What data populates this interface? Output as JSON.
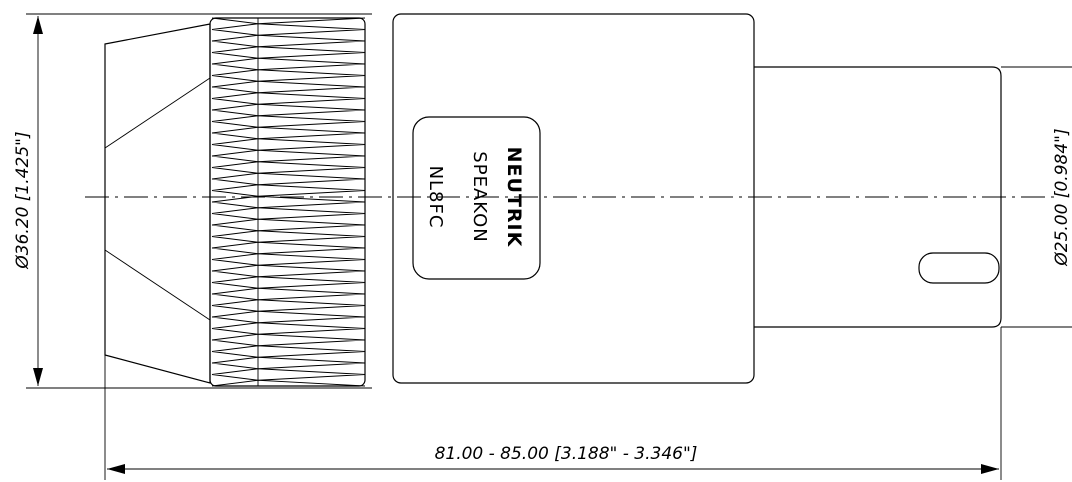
{
  "dimensions": {
    "diameter_left": "Ø36.20 [1.425\"]",
    "diameter_right": "Ø25.00 [0.984\"]",
    "length": "81.00 - 85.00 [3.188\" - 3.346\"]"
  },
  "label": {
    "brand": "NEUTRIK",
    "product": "SPEAKON",
    "model": "NL8FC"
  }
}
